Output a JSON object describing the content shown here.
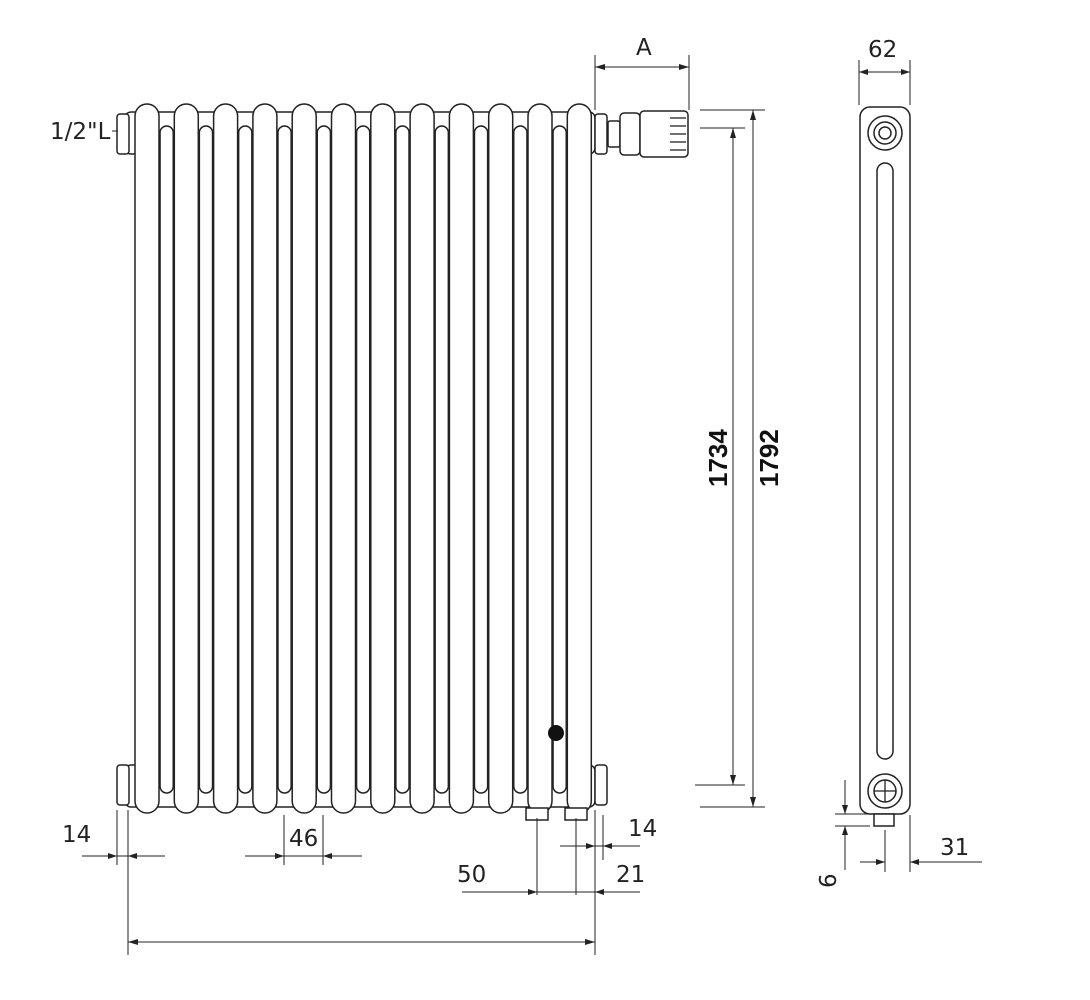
{
  "drawing": {
    "thread_label": "1/2\"L",
    "dim_A": "A",
    "dim_height_centers": "1734",
    "dim_height_total": "1792",
    "dim_depth": "62",
    "dim_left_offset": "14",
    "dim_pitch": "46",
    "dim_valve_spacing": "50",
    "dim_right_offset_14": "14",
    "dim_right_offset_21": "21",
    "dim_side_bottom": "6",
    "dim_side_half_depth": "31",
    "front_column_count": 12
  }
}
